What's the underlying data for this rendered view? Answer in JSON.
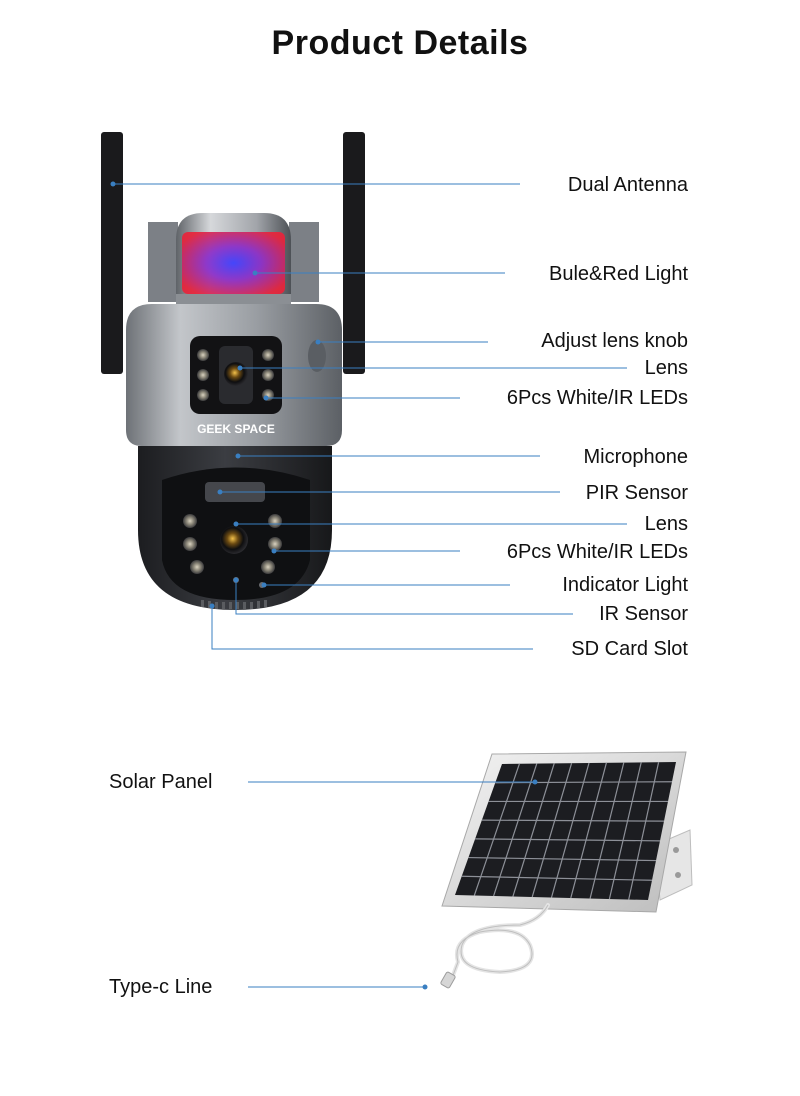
{
  "page": {
    "title": "Product Details"
  },
  "camera": {
    "brand_text": "GEEK SPACE",
    "callouts": [
      {
        "id": "dual-antenna",
        "label": "Dual Antenna"
      },
      {
        "id": "blue-red-light",
        "label": "Bule&Red Light"
      },
      {
        "id": "adjust-lens-knob",
        "label": "Adjust lens knob"
      },
      {
        "id": "upper-lens",
        "label": "Lens"
      },
      {
        "id": "upper-leds",
        "label": "6Pcs White/IR LEDs"
      },
      {
        "id": "microphone",
        "label": "Microphone"
      },
      {
        "id": "pir-sensor",
        "label": "PIR Sensor"
      },
      {
        "id": "lower-lens",
        "label": "Lens"
      },
      {
        "id": "lower-leds",
        "label": "6Pcs White/IR LEDs"
      },
      {
        "id": "indicator-light",
        "label": "Indicator Light"
      },
      {
        "id": "ir-sensor",
        "label": "IR Sensor"
      },
      {
        "id": "sd-card-slot",
        "label": "SD Card Slot"
      }
    ]
  },
  "accessories": {
    "callouts": [
      {
        "id": "solar-panel",
        "label": "Solar Panel"
      },
      {
        "id": "type-c-line",
        "label": "Type-c Line"
      }
    ]
  },
  "colors": {
    "leader_line": "#3a7fc1",
    "siren_blue": "#3a3cff",
    "siren_red": "#e8233a",
    "body_dark": "#2b2d31",
    "body_silver": "#8e9298"
  }
}
